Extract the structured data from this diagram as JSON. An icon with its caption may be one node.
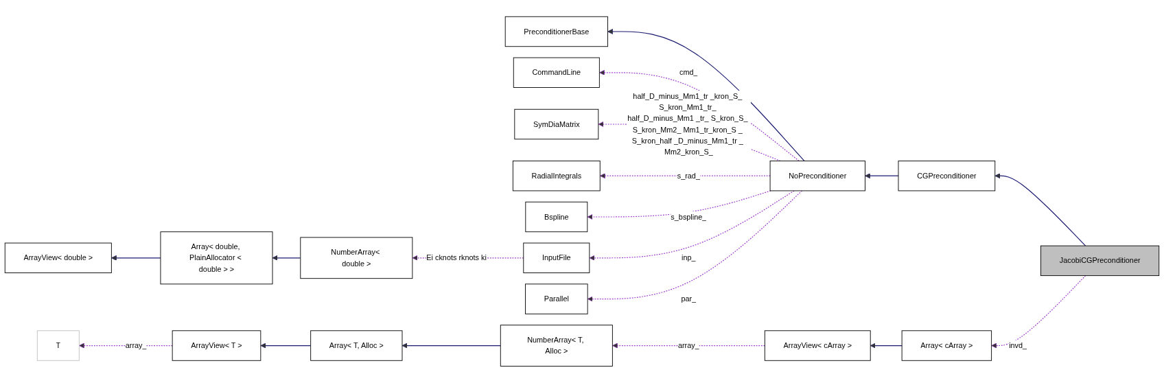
{
  "diagram": {
    "nodes": [
      {
        "text": [
          "PreconditionerBase"
        ]
      },
      {
        "text": [
          "CommandLine"
        ]
      },
      {
        "text": [
          "SymDiaMatrix"
        ]
      },
      {
        "text": [
          "RadialIntegrals"
        ]
      },
      {
        "text": [
          "Bspline"
        ]
      },
      {
        "text": [
          "InputFile"
        ]
      },
      {
        "text": [
          "Parallel"
        ]
      },
      {
        "text": [
          "NoPreconditioner"
        ]
      },
      {
        "text": [
          "CGPreconditioner"
        ]
      },
      {
        "text": [
          "JacobiCGPreconditioner"
        ]
      },
      {
        "text": [
          "Array< cArray >"
        ]
      },
      {
        "text": [
          "ArrayView< cArray >"
        ]
      },
      {
        "text": [
          "ArrayView< double >"
        ]
      },
      {
        "text": [
          "Array< double, PlainAllocator < double > >"
        ]
      },
      {
        "text": [
          "NumberArray< double >"
        ]
      },
      {
        "text": [
          "T"
        ]
      },
      {
        "text": [
          "ArrayView< T >"
        ]
      },
      {
        "text": [
          "Array< T, Alloc >"
        ]
      },
      {
        "text": [
          "NumberArray< T, Alloc >"
        ]
      }
    ],
    "edges": [
      {
        "from": 7,
        "to": 0,
        "arrow": "to",
        "color": "#191970"
      },
      {
        "from": 7,
        "to": 1,
        "arrow": "to",
        "label": "cmd_",
        "style": "dashed",
        "color": "#9a32cd"
      },
      {
        "from": 7,
        "to": 2,
        "arrow": "to",
        "label": "half_D_minus_Mm1_tr _kron_S_ S_kron_Mm1_tr_ half_D_minus_Mm1 _tr_ S_kron_S_ S_kron_Mm2_ Mm1_tr_kron_S _ S_kron_half _D_minus_Mm1_tr _ Mm2_kron_S_",
        "style": "dashed",
        "color": "#9a32cd"
      },
      {
        "from": 7,
        "to": 3,
        "arrow": "to",
        "label": "s_rad_",
        "style": "dashed",
        "color": "#9a32cd"
      },
      {
        "from": 7,
        "to": 4,
        "arrow": "to",
        "label": "s_bspline_",
        "style": "dashed",
        "color": "#9a32cd"
      },
      {
        "from": 7,
        "to": 5,
        "arrow": "to",
        "label": "inp_",
        "style": "dashed",
        "color": "#9a32cd"
      },
      {
        "from": 7,
        "to": 6,
        "arrow": "to",
        "label": "par_",
        "style": "dashed",
        "color": "#9a32cd"
      },
      {
        "from": 8,
        "to": 7,
        "arrow": "to",
        "color": "#191970"
      },
      {
        "from": 9,
        "to": 8,
        "arrow": "to",
        "color": "#191970"
      },
      {
        "from": 9,
        "to": 10,
        "arrow": "to",
        "label": "invd_",
        "style": "dashed",
        "color": "#9a32cd"
      },
      {
        "from": 10,
        "to": 11,
        "arrow": "to",
        "color": "#191970"
      },
      {
        "from": 11,
        "to": 18,
        "arrow": "to",
        "label": "array_",
        "style": "dashed",
        "color": "#9a32cd"
      },
      {
        "from": 13,
        "to": 12,
        "arrow": "to",
        "color": "#191970"
      },
      {
        "from": 14,
        "to": 13,
        "arrow": "to",
        "color": "#191970"
      },
      {
        "from": 5,
        "to": 14,
        "arrow": "to",
        "label": "Ei cknots rknots ki",
        "style": "dashed",
        "color": "#9a32cd"
      },
      {
        "from": 16,
        "to": 15,
        "arrow": "to",
        "label": "array_",
        "style": "dashed",
        "color": "#9a32cd"
      },
      {
        "from": 17,
        "to": 16,
        "arrow": "to",
        "color": "#191970"
      },
      {
        "from": 18,
        "to": 17,
        "arrow": "to",
        "color": "#191970"
      }
    ]
  }
}
